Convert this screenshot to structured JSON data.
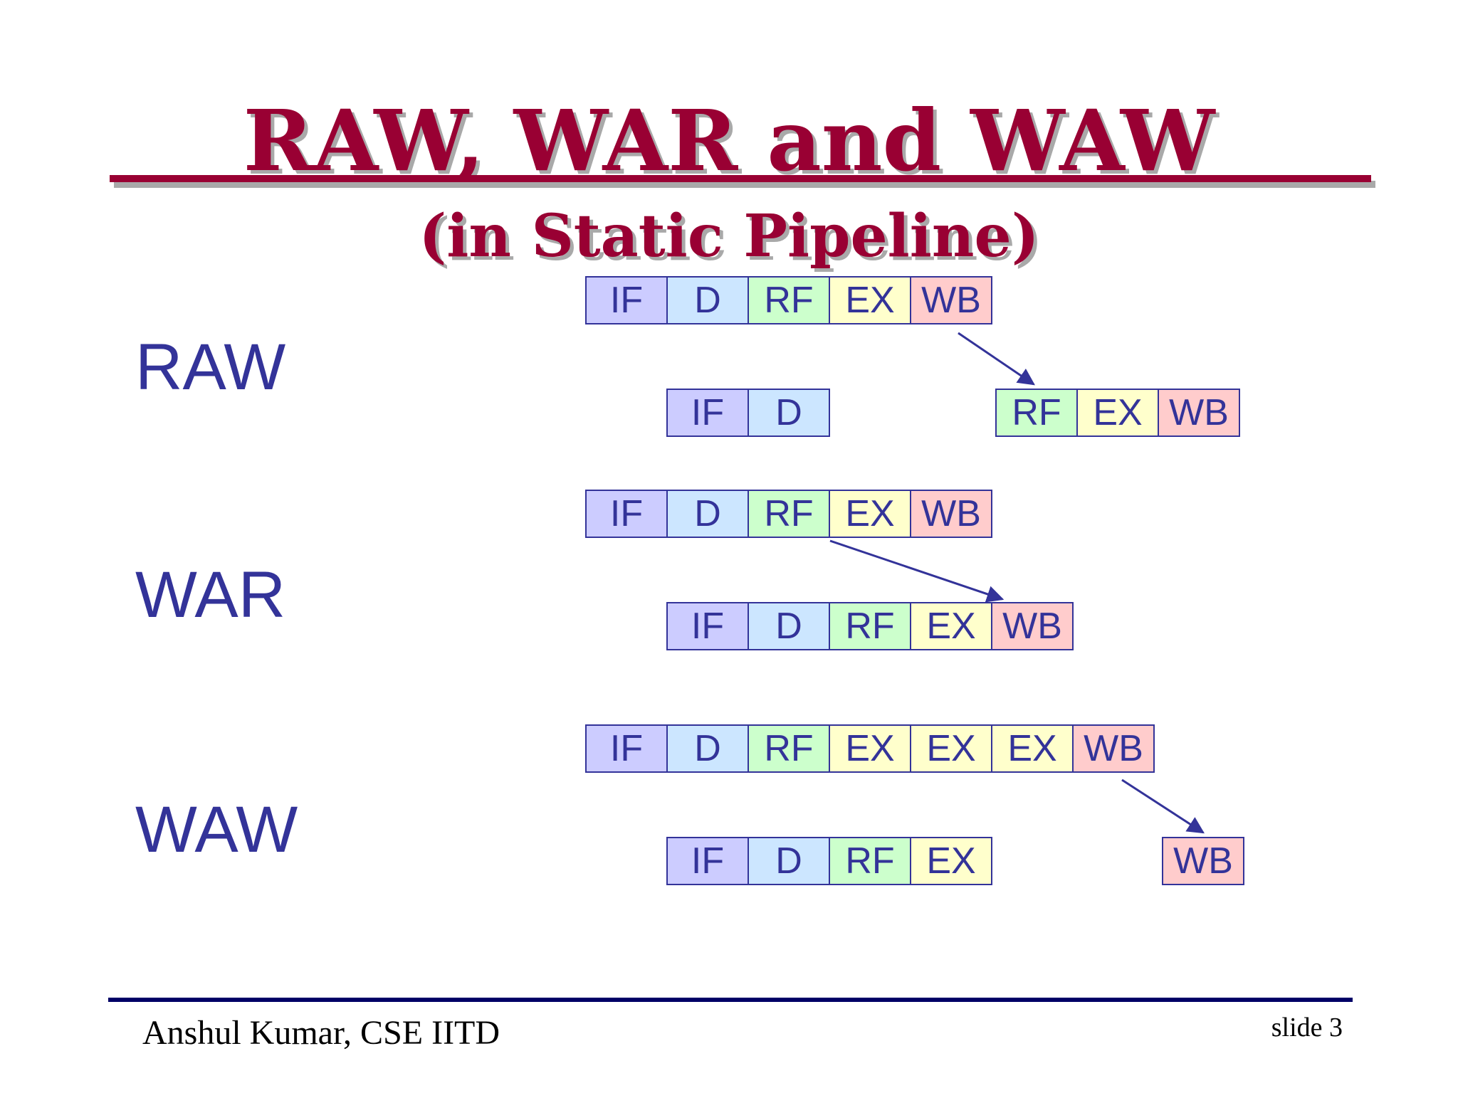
{
  "title": "RAW, WAR and WAW",
  "subtitle": "(in Static Pipeline)",
  "hazards": [
    {
      "label": "RAW",
      "rows": [
        {
          "stages": [
            "IF",
            "D",
            "RF",
            "EX",
            "WB"
          ]
        },
        {
          "stages": [
            "IF",
            "D"
          ]
        },
        {
          "stages": [
            "RF",
            "EX",
            "WB"
          ]
        }
      ]
    },
    {
      "label": "WAR",
      "rows": [
        {
          "stages": [
            "IF",
            "D",
            "RF",
            "EX",
            "WB"
          ]
        },
        {
          "stages": [
            "IF",
            "D",
            "RF",
            "EX",
            "WB"
          ]
        }
      ]
    },
    {
      "label": "WAW",
      "rows": [
        {
          "stages": [
            "IF",
            "D",
            "RF",
            "EX",
            "EX",
            "EX",
            "WB"
          ]
        },
        {
          "stages": [
            "IF",
            "D",
            "RF",
            "EX"
          ]
        },
        {
          "stages": [
            "WB"
          ]
        }
      ]
    }
  ],
  "colors": {
    "title": "#990033",
    "stage_text": "#333399",
    "IF": "#ccccff",
    "D": "#cce6ff",
    "RF": "#ccffcc",
    "EX": "#ffffcc",
    "WB": "#ffcccc"
  },
  "footer": {
    "author": "Anshul Kumar, CSE IITD",
    "slide": "slide 3"
  }
}
